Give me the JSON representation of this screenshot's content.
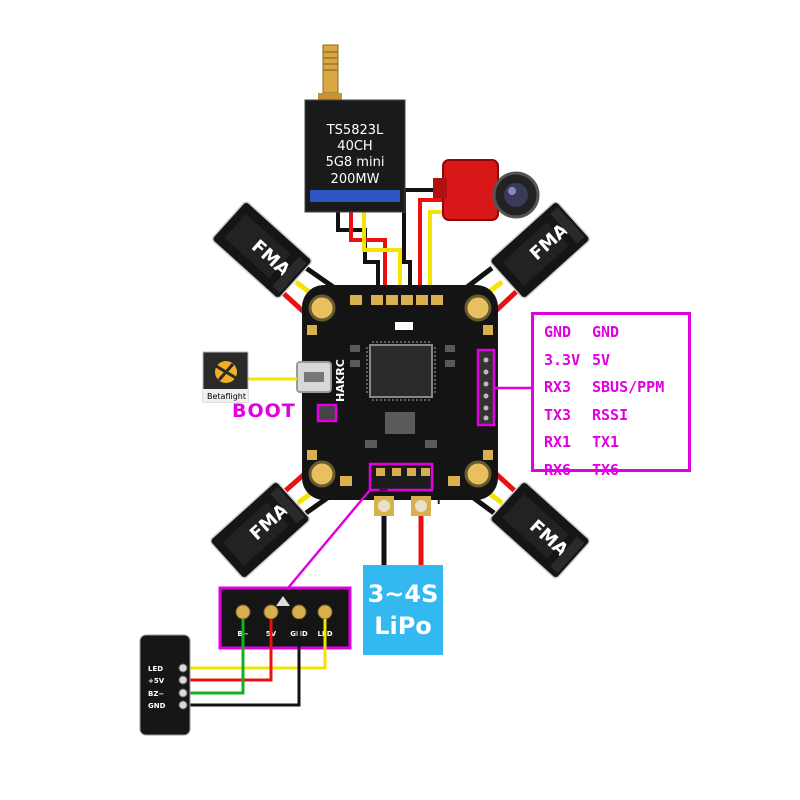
{
  "vtx": {
    "model": "TS5823L",
    "channels": "40CH",
    "band": "5G8 mini",
    "power": "200MW"
  },
  "fc": {
    "brand": "HAKRC"
  },
  "pin_table": {
    "left": [
      "GND",
      "3.3V",
      "RX3",
      "TX3",
      "RX1",
      "RX6"
    ],
    "right": [
      "GND",
      "5V",
      "SBUS/PPM",
      "RSSI",
      "TX1",
      "TX6"
    ]
  },
  "boot_label": "BOOT",
  "battery": {
    "line1": "3~4S",
    "line2": "LiPo",
    "minus": "−",
    "plus": "+"
  },
  "connector_pins": [
    "B−",
    "5V",
    "GND",
    "LED"
  ],
  "beeper_pins": [
    "LED",
    "+5V",
    "BZ−",
    "GND"
  ],
  "configurator_label": "Betaflight",
  "colors": {
    "highlight": "#e000e0",
    "wire_red": "#e81010",
    "wire_yellow": "#f5e400",
    "wire_black": "#111111",
    "wire_green": "#10b020",
    "battery_box": "#33b8f0"
  }
}
